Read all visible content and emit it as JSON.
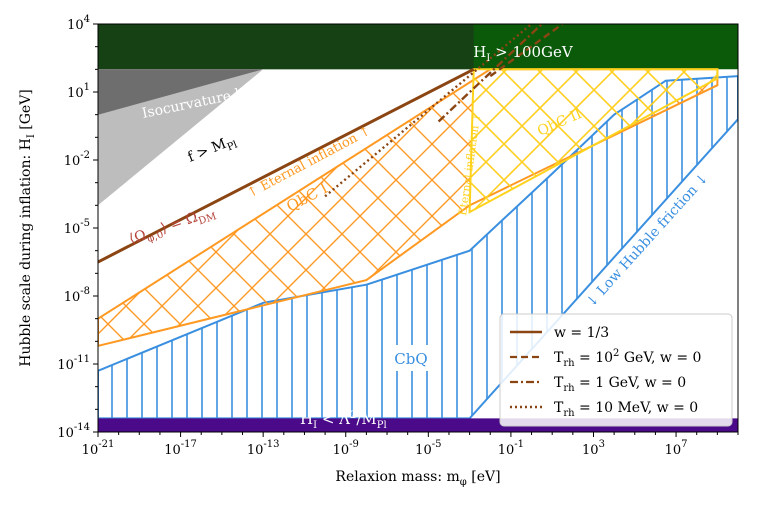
{
  "chart_data": {
    "type": "area",
    "title": "",
    "xlabel": "Relaxion mass: m_φ [eV]",
    "ylabel": "Hubble scale during inflation: H_I [GeV]",
    "xscale": "log",
    "yscale": "log",
    "xlim_log10": [
      -21,
      10
    ],
    "ylim_log10": [
      -14,
      4
    ],
    "x_ticks": [
      {
        "log": -21,
        "label": "10^-21"
      },
      {
        "log": -17,
        "label": "10^-17"
      },
      {
        "log": -13,
        "label": "10^-13"
      },
      {
        "log": -9,
        "label": "10^-9"
      },
      {
        "log": -5,
        "label": "10^-5"
      },
      {
        "log": -1,
        "label": "10^-1"
      },
      {
        "log": 3,
        "label": "10^3"
      },
      {
        "log": 7,
        "label": "10^7"
      }
    ],
    "y_ticks": [
      {
        "log": 4,
        "label": "10^4"
      },
      {
        "log": 1,
        "label": "10^1"
      },
      {
        "log": -2,
        "label": "10^-2"
      },
      {
        "log": -5,
        "label": "10^-5"
      },
      {
        "log": -8,
        "label": "10^-8"
      },
      {
        "log": -11,
        "label": "10^-11"
      },
      {
        "log": -14,
        "label": "10^-14"
      }
    ],
    "colors": {
      "top_excluded": "#0a5a0a",
      "top_band": "#1a3a1a",
      "bottom_excluded": "#4b0a8a",
      "isocurvature": "#6e6e6e",
      "planck": "#bdbdbd",
      "qbc1": "#ff9922",
      "qbc2": "#ffd21c",
      "cbq": "#3a8fe0",
      "brown": "#8b4513"
    },
    "regions": [
      {
        "name": "top-excluded",
        "label": "H_I > 100GeV",
        "polygon": [
          [
            -21,
            2
          ],
          [
            10,
            2
          ],
          [
            10,
            4
          ],
          [
            -21,
            4
          ]
        ]
      },
      {
        "name": "bottom-excluded",
        "label": "H_I < Λ²/M_Pl",
        "polygon": [
          [
            -21,
            -14
          ],
          [
            10,
            -14
          ],
          [
            10,
            -13.4
          ],
          [
            -21,
            -13.4
          ]
        ]
      },
      {
        "name": "isocurvature",
        "label": "Isocurvature bound",
        "polygon": [
          [
            -21,
            0
          ],
          [
            -13,
            2
          ],
          [
            -21,
            2
          ]
        ]
      },
      {
        "name": "planck",
        "label": "f > M_Pl",
        "polygon": [
          [
            -21,
            -4
          ],
          [
            -13,
            2
          ],
          [
            -21,
            2
          ]
        ]
      },
      {
        "name": "qbc1",
        "label": "QbC I",
        "polygon": [
          [
            -21,
            -9
          ],
          [
            -2,
            2
          ],
          [
            9,
            2
          ],
          [
            9,
            1.3
          ],
          [
            -3,
            -4
          ],
          [
            -8,
            -7.3
          ],
          [
            -21,
            -10.2
          ]
        ]
      },
      {
        "name": "qbc2",
        "label": "QbC II",
        "polygon": [
          [
            -3,
            -4.3
          ],
          [
            -2.8,
            2
          ],
          [
            9,
            2
          ],
          [
            9,
            1.6
          ]
        ]
      },
      {
        "name": "cbq",
        "label": "CbQ",
        "polygon": [
          [
            -21,
            -11.3
          ],
          [
            -13,
            -8.3
          ],
          [
            -8,
            -7.5
          ],
          [
            -3,
            -6
          ],
          [
            1,
            -2.6
          ],
          [
            4,
            0
          ],
          [
            6.5,
            1.5
          ],
          [
            10,
            1.7
          ],
          [
            10,
            -0.2
          ],
          [
            -3,
            -13.4
          ],
          [
            -21,
            -13.4
          ]
        ]
      }
    ],
    "series": [
      {
        "name": "w = 1/3",
        "style": "solid",
        "x": [
          -21,
          -2.8
        ],
        "y": [
          -6.5,
          2
        ]
      },
      {
        "name": "T_rh = 10^2 GeV, w = 0",
        "style": "dashed",
        "x": [
          -2,
          1.5
        ],
        "y": [
          1.7,
          4
        ]
      },
      {
        "name": "T_rh = 1 GeV, w = 0",
        "style": "dashdot",
        "x": [
          -4.5,
          0.5
        ],
        "y": [
          -0.3,
          4
        ]
      },
      {
        "name": "T_rh = 10 MeV, w = 0",
        "style": "dotted",
        "x": [
          -10,
          0
        ],
        "y": [
          -3.6,
          4
        ]
      }
    ],
    "annotations": [
      {
        "text": "H_I > 100GeV",
        "color": "#ffffff"
      },
      {
        "text": "Isocurvature bound",
        "color": "#ffffff"
      },
      {
        "text": "f > M_Pl",
        "color": "#000000"
      },
      {
        "text": "⟨Ω_φ,0⟩ = Ω_DM",
        "color": "#b5433a"
      },
      {
        "text": "↑ Eternal inflation ↑",
        "color": "#ff9922"
      },
      {
        "text": "QbC I",
        "color": "#ff9922"
      },
      {
        "text": "QbC II",
        "color": "#ffd21c"
      },
      {
        "text": "Eternal inflation ↑",
        "color": "#ffd21c"
      },
      {
        "text": "↓ Low Hubble friction ↓",
        "color": "#3a8fe0"
      },
      {
        "text": "CbQ",
        "color": "#3a8fe0"
      },
      {
        "text": "H_I < Λ²/M_Pl",
        "color": "#ffffff"
      }
    ],
    "legend": {
      "placement": "lower right",
      "entries": [
        {
          "label": "w = 1/3",
          "style": "solid"
        },
        {
          "label": "T_rh = 10^2 GeV, w = 0",
          "style": "dashed"
        },
        {
          "label": "T_rh = 1 GeV, w = 0",
          "style": "dashdot"
        },
        {
          "label": "T_rh = 10 MeV, w = 0",
          "style": "dotted"
        }
      ]
    }
  }
}
